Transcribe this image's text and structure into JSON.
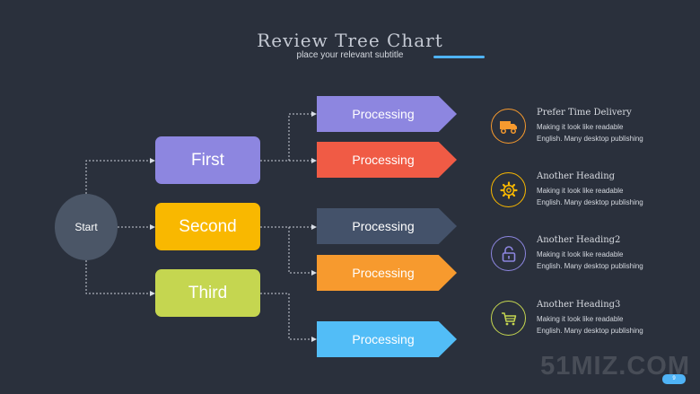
{
  "header": {
    "title": "Review Tree Chart",
    "subtitle": "place your relevant subtitle"
  },
  "tree": {
    "root": {
      "label": "Start",
      "color": "#4b5667"
    },
    "nodes": [
      {
        "label": "First",
        "color": "#8d86e0"
      },
      {
        "label": "Second",
        "color": "#f9b800"
      },
      {
        "label": "Third",
        "color": "#c5d650"
      }
    ],
    "processes": [
      {
        "label": "Processing",
        "color": "#8d86e0",
        "parent": "First"
      },
      {
        "label": "Processing",
        "color": "#f05b45",
        "parent": "First"
      },
      {
        "label": "Processing",
        "color": "#44526a",
        "parent": "Second"
      },
      {
        "label": "Processing",
        "color": "#f79a2e",
        "parent": "Second"
      },
      {
        "label": "Processing",
        "color": "#52bdf7",
        "parent": "Third"
      }
    ]
  },
  "features": [
    {
      "heading": "Prefer Time Delivery",
      "line1": "Making it look like readable",
      "line2": "English. Many desktop publishing",
      "icon": "delivery-truck-icon",
      "color": "#f79a2e"
    },
    {
      "heading": "Another Heading",
      "line1": "Making it look like readable",
      "line2": "English. Many desktop publishing",
      "icon": "gear-icon",
      "color": "#f9b800"
    },
    {
      "heading": "Another Heading2",
      "line1": "Making it look like readable",
      "line2": "English. Many desktop publishing",
      "icon": "unlock-icon",
      "color": "#8d86e0"
    },
    {
      "heading": "Another Heading3",
      "line1": "Making it look like readable",
      "line2": "English. Many desktop publishing",
      "icon": "shopping-cart-icon",
      "color": "#c5d650"
    }
  ],
  "footer": {
    "page_number": "9",
    "watermark": "51MIZ.COM"
  }
}
